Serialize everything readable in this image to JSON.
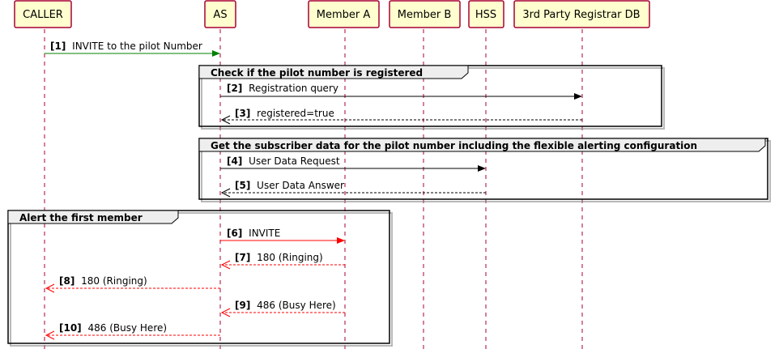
{
  "participants": [
    {
      "id": "caller",
      "label": "CALLER"
    },
    {
      "id": "as",
      "label": "AS"
    },
    {
      "id": "member_a",
      "label": "Member A"
    },
    {
      "id": "member_b",
      "label": "Member B"
    },
    {
      "id": "hss",
      "label": "HSS"
    },
    {
      "id": "registrar",
      "label": "3rd Party Registrar DB"
    }
  ],
  "groups": [
    {
      "title": "Check if the pilot number is registered"
    },
    {
      "title": "Get the subscriber data for the pilot number including the flexible alerting configuration"
    },
    {
      "title": "Alert the first member"
    }
  ],
  "messages": [
    {
      "num": "[1]",
      "text": "INVITE to the pilot Number",
      "from": "caller",
      "to": "as",
      "style": "solid",
      "color": "#008000"
    },
    {
      "num": "[2]",
      "text": "Registration query",
      "from": "as",
      "to": "registrar",
      "style": "solid",
      "color": "#000000"
    },
    {
      "num": "[3]",
      "text": "registered=true",
      "from": "registrar",
      "to": "as",
      "style": "dashed",
      "color": "#000000"
    },
    {
      "num": "[4]",
      "text": "User Data Request",
      "from": "as",
      "to": "hss",
      "style": "solid",
      "color": "#000000"
    },
    {
      "num": "[5]",
      "text": "User Data Answer",
      "from": "hss",
      "to": "as",
      "style": "dashed",
      "color": "#000000"
    },
    {
      "num": "[6]",
      "text": "INVITE",
      "from": "as",
      "to": "member_a",
      "style": "solid",
      "color": "#FF0000"
    },
    {
      "num": "[7]",
      "text": "180 (Ringing)",
      "from": "member_a",
      "to": "as",
      "style": "dashed",
      "color": "#FF0000"
    },
    {
      "num": "[8]",
      "text": "180 (Ringing)",
      "from": "as",
      "to": "caller",
      "style": "dashed",
      "color": "#FF0000"
    },
    {
      "num": "[9]",
      "text": "486 (Busy Here)",
      "from": "member_a",
      "to": "as",
      "style": "dashed",
      "color": "#FF0000"
    },
    {
      "num": "[10]",
      "text": "486 (Busy Here)",
      "from": "as",
      "to": "caller",
      "style": "dashed",
      "color": "#FF0000"
    }
  ]
}
